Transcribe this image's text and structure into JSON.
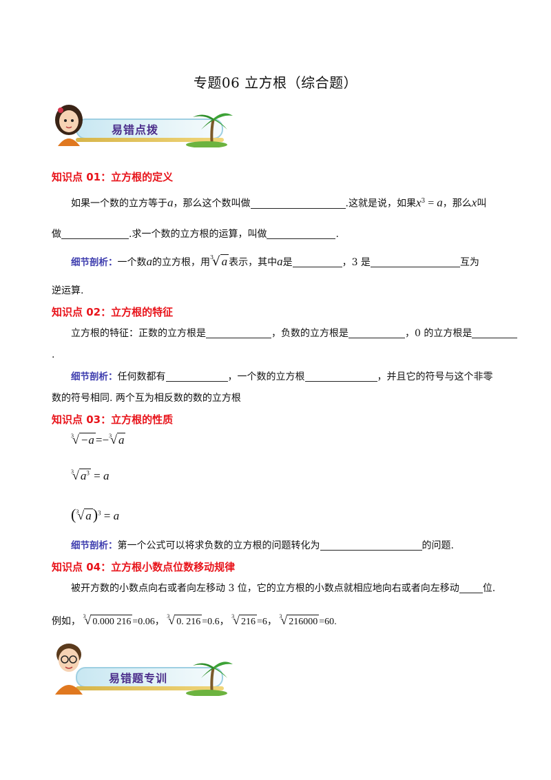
{
  "title": "专题06  立方根（综合题）",
  "banner1": "易错点拨",
  "banner2": "易错题专训",
  "kp1": {
    "heading": "知识点 01：立方根的定义",
    "l1a": "如果一个数的立方等于",
    "l1b": "，那么这个数叫做",
    "l1c": ".这就是说，如果",
    "l1d": "，那么",
    "l1e": "叫",
    "l2a": "做",
    "l2b": ".求一个数的立方根的运算，叫做",
    "l2c": ".",
    "note_label": "细节剖析：",
    "n1a": "一个数",
    "n1b": "的立方根，用",
    "n1c": "表示，其中",
    "n1d": "是",
    "n1e": "，3 是",
    "n1f": "互为",
    "n2": "逆运算."
  },
  "kp2": {
    "heading": "知识点 02：立方根的特征",
    "l1a": "立方根的特征：正数的立方根是",
    "l1b": "，负数的立方根是",
    "l1c": "，0 的立方根是",
    "l2": ".",
    "note_label": "细节剖析：",
    "n1a": "任何数都有",
    "n1b": "，一个数的立方根",
    "n1c": "，并且它的符号与这个非零",
    "n2": "数的符号相同. 两个互为相反数的数的立方根"
  },
  "kp3": {
    "heading": "知识点 03：立方根的性质",
    "note_label": "细节剖析：",
    "n1a": "第一个公式可以将求负数的立方根的问题转化为",
    "n1b": "的问题."
  },
  "kp4": {
    "heading": "知识点 04：立方根小数点位数移动规律",
    "l1a": "被开方数的小数点向右或者向左移动 3 位，它的立方根的小数点就相应地向右或者向左移动",
    "l1b": "位.",
    "l2a": "例如，",
    "e1": "0.000 216",
    "r1": "=0.06",
    "e2": "0. 216",
    "r2": "=0.6",
    "e3": "216",
    "r3": "=6",
    "e4": "216000",
    "r4": "=60",
    "sep": "，",
    "end": "."
  },
  "math": {
    "a": "a",
    "x": "x",
    "three": "3",
    "cube": "3",
    "eq": "=",
    "neg_a": "−a",
    "minus": "=−",
    "open": "(",
    "close": ")"
  }
}
